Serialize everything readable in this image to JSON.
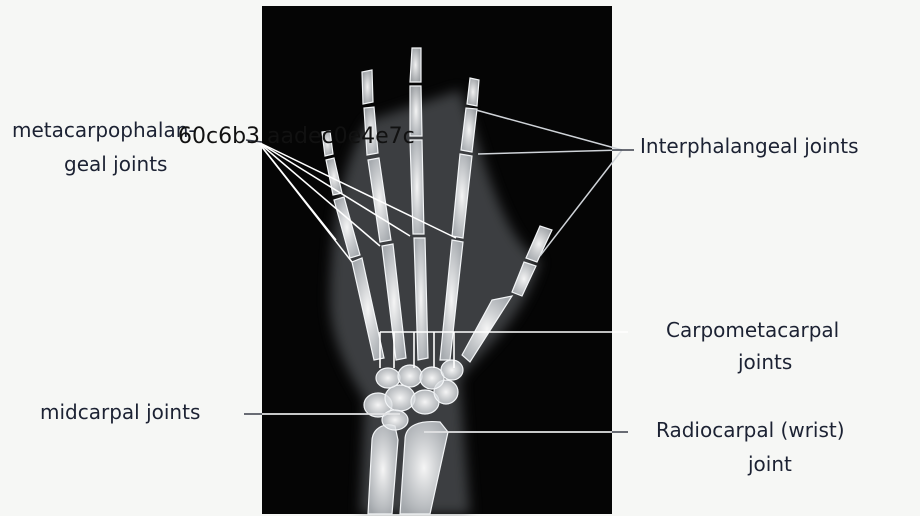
{
  "labels": {
    "metacarpophalangeal_line1": "metacarpophalan-",
    "metacarpophalangeal_line2": "geal joints",
    "interphalangeal": "Interphalangeal joints",
    "carpometacarpal_line1": "Carpometacarpal",
    "carpometacarpal_line2": "joints",
    "midcarpal": "midcarpal joints",
    "radiocarpal_line1": "Radiocarpal (wrist)",
    "radiocarpal_line2": "joint"
  },
  "overlay_code": "60c6b3   aadec0e4e7c",
  "colors": {
    "background": "#f6f7f5",
    "xray_background": "#050505",
    "bone": "#e9ecef",
    "leader_line": "#3a3f4a",
    "text": "#1c2233"
  }
}
